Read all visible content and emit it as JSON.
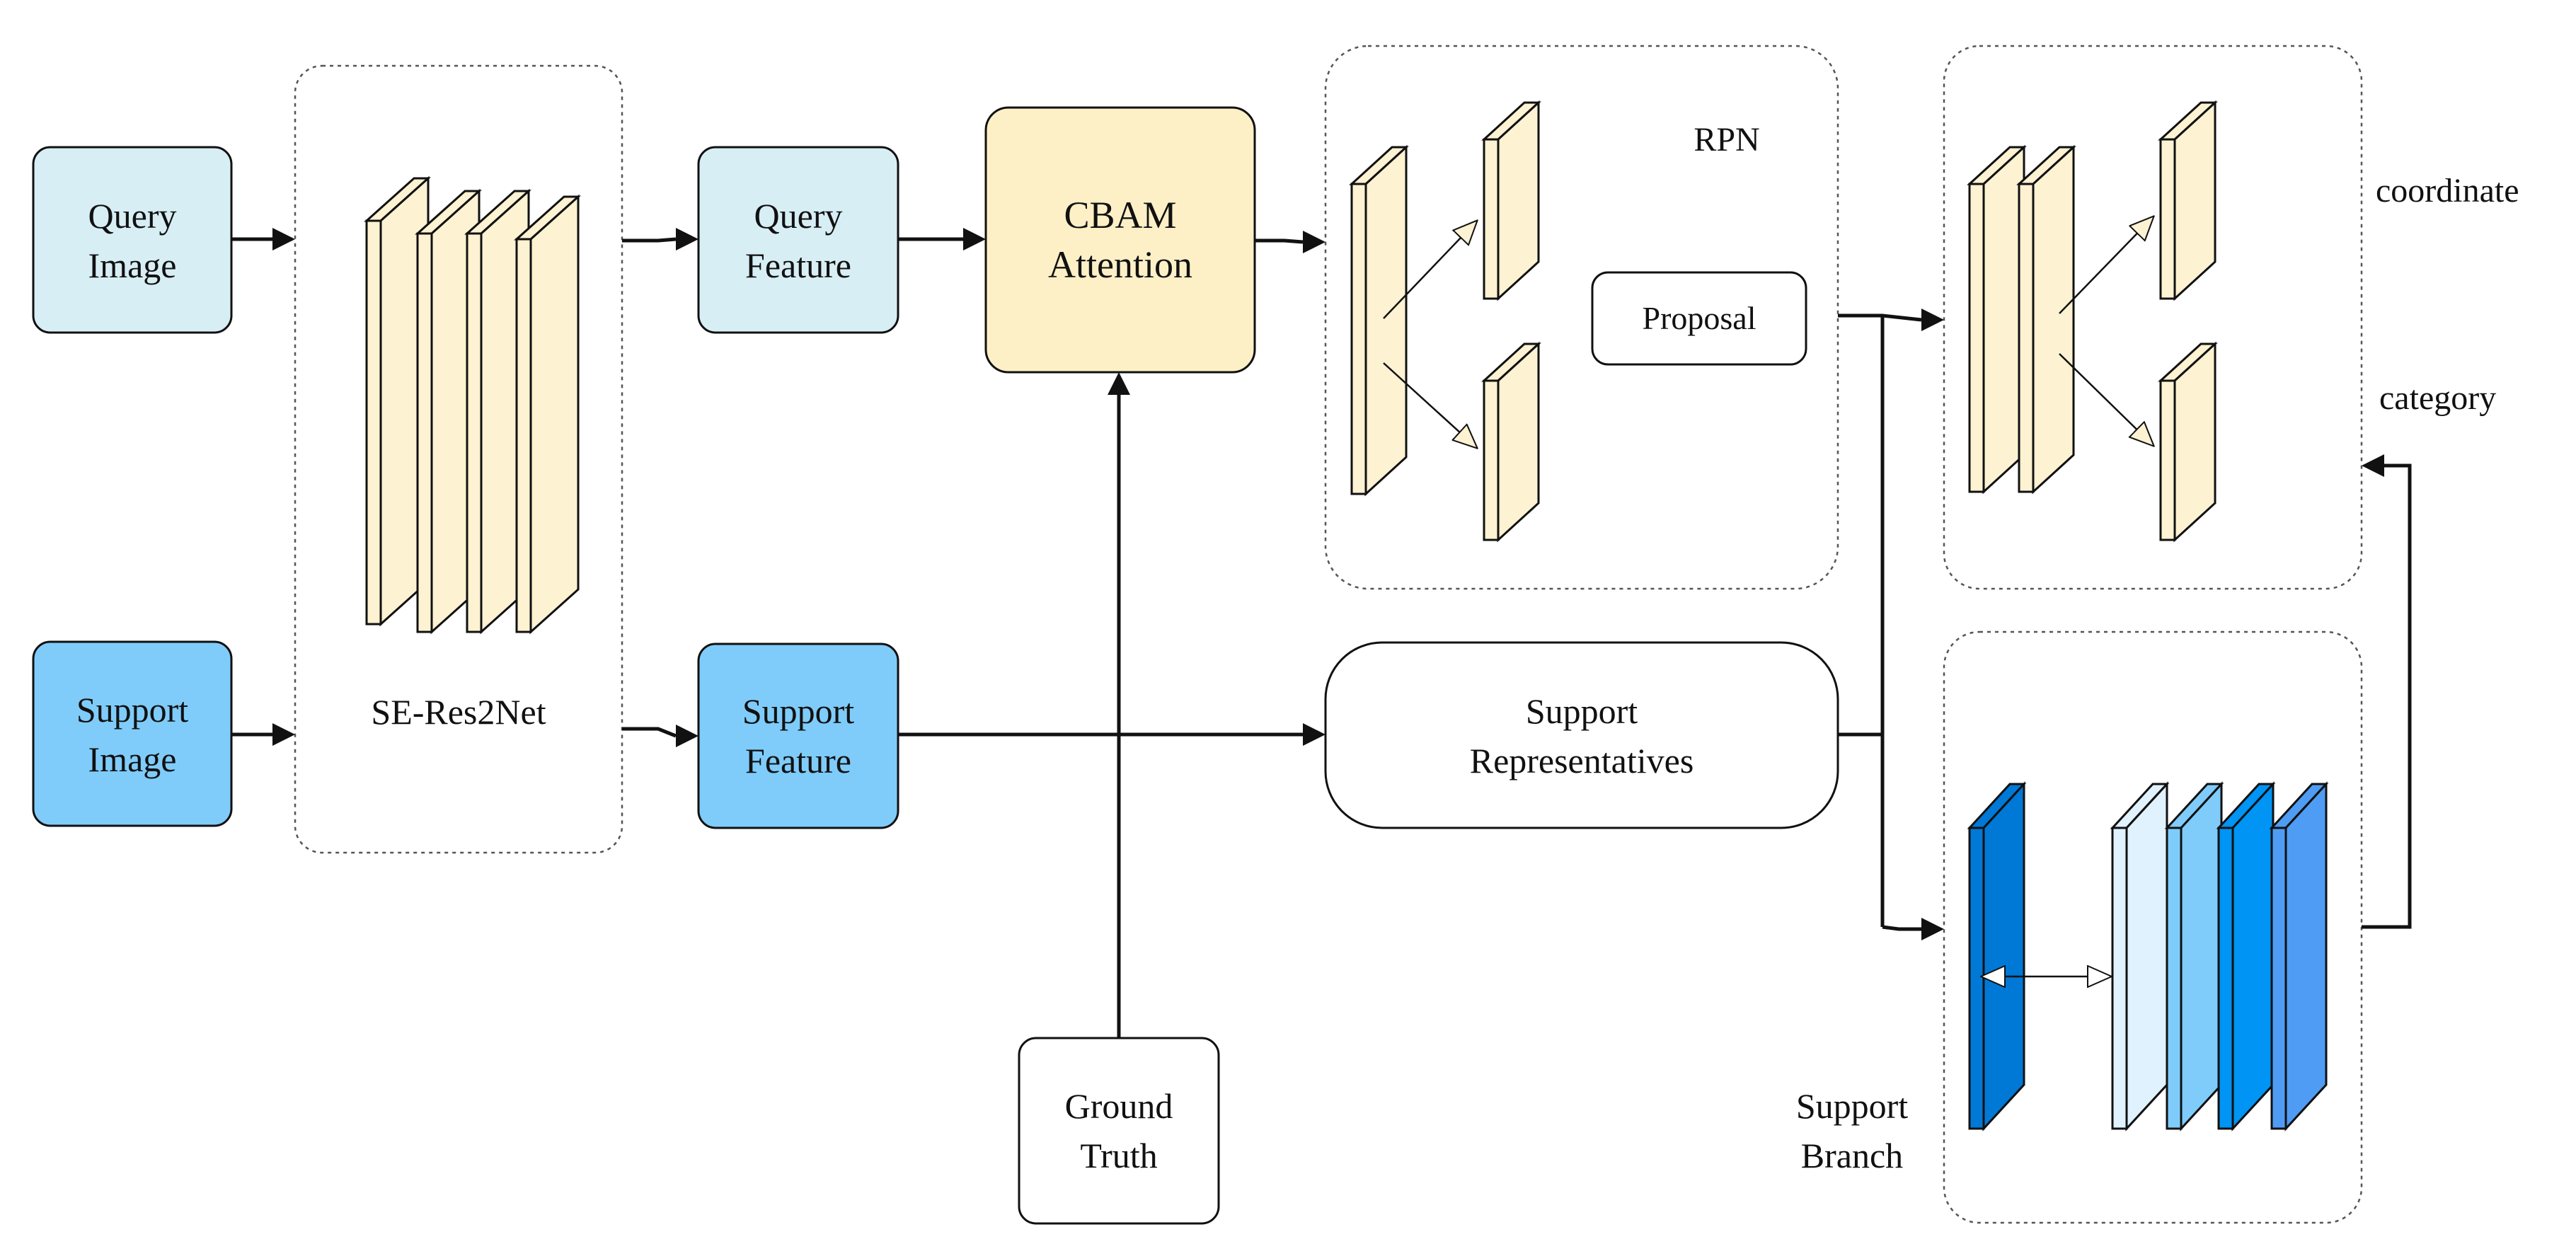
{
  "nodes": {
    "query_image": [
      "Query",
      "Image"
    ],
    "support_image": [
      "Support",
      "Image"
    ],
    "backbone": [
      "SE-Res2Net"
    ],
    "query_feature": [
      "Query",
      "Feature"
    ],
    "support_feature": [
      "Support",
      "Feature"
    ],
    "cbam": [
      "CBAM",
      "Attention"
    ],
    "ground_truth": [
      "Ground",
      "Truth"
    ],
    "rpn": [
      "RPN"
    ],
    "proposal": [
      "Proposal"
    ],
    "support_representatives": [
      "Support",
      "Representatives"
    ],
    "coordinate": [
      "coordinate"
    ],
    "category": [
      "category"
    ],
    "support_branch": [
      "Support",
      "Branch"
    ]
  },
  "colors": {
    "query": "#d7eef4",
    "support": "#7fccfa",
    "attention": "#fdf0c7",
    "feature_map": "#fdf2d2",
    "support_maps": [
      "#0078d6",
      "#e0f2fd",
      "#7fccfa",
      "#0094f4",
      "#4f9cf4"
    ],
    "border": "#111111",
    "dashed": "#555555"
  }
}
